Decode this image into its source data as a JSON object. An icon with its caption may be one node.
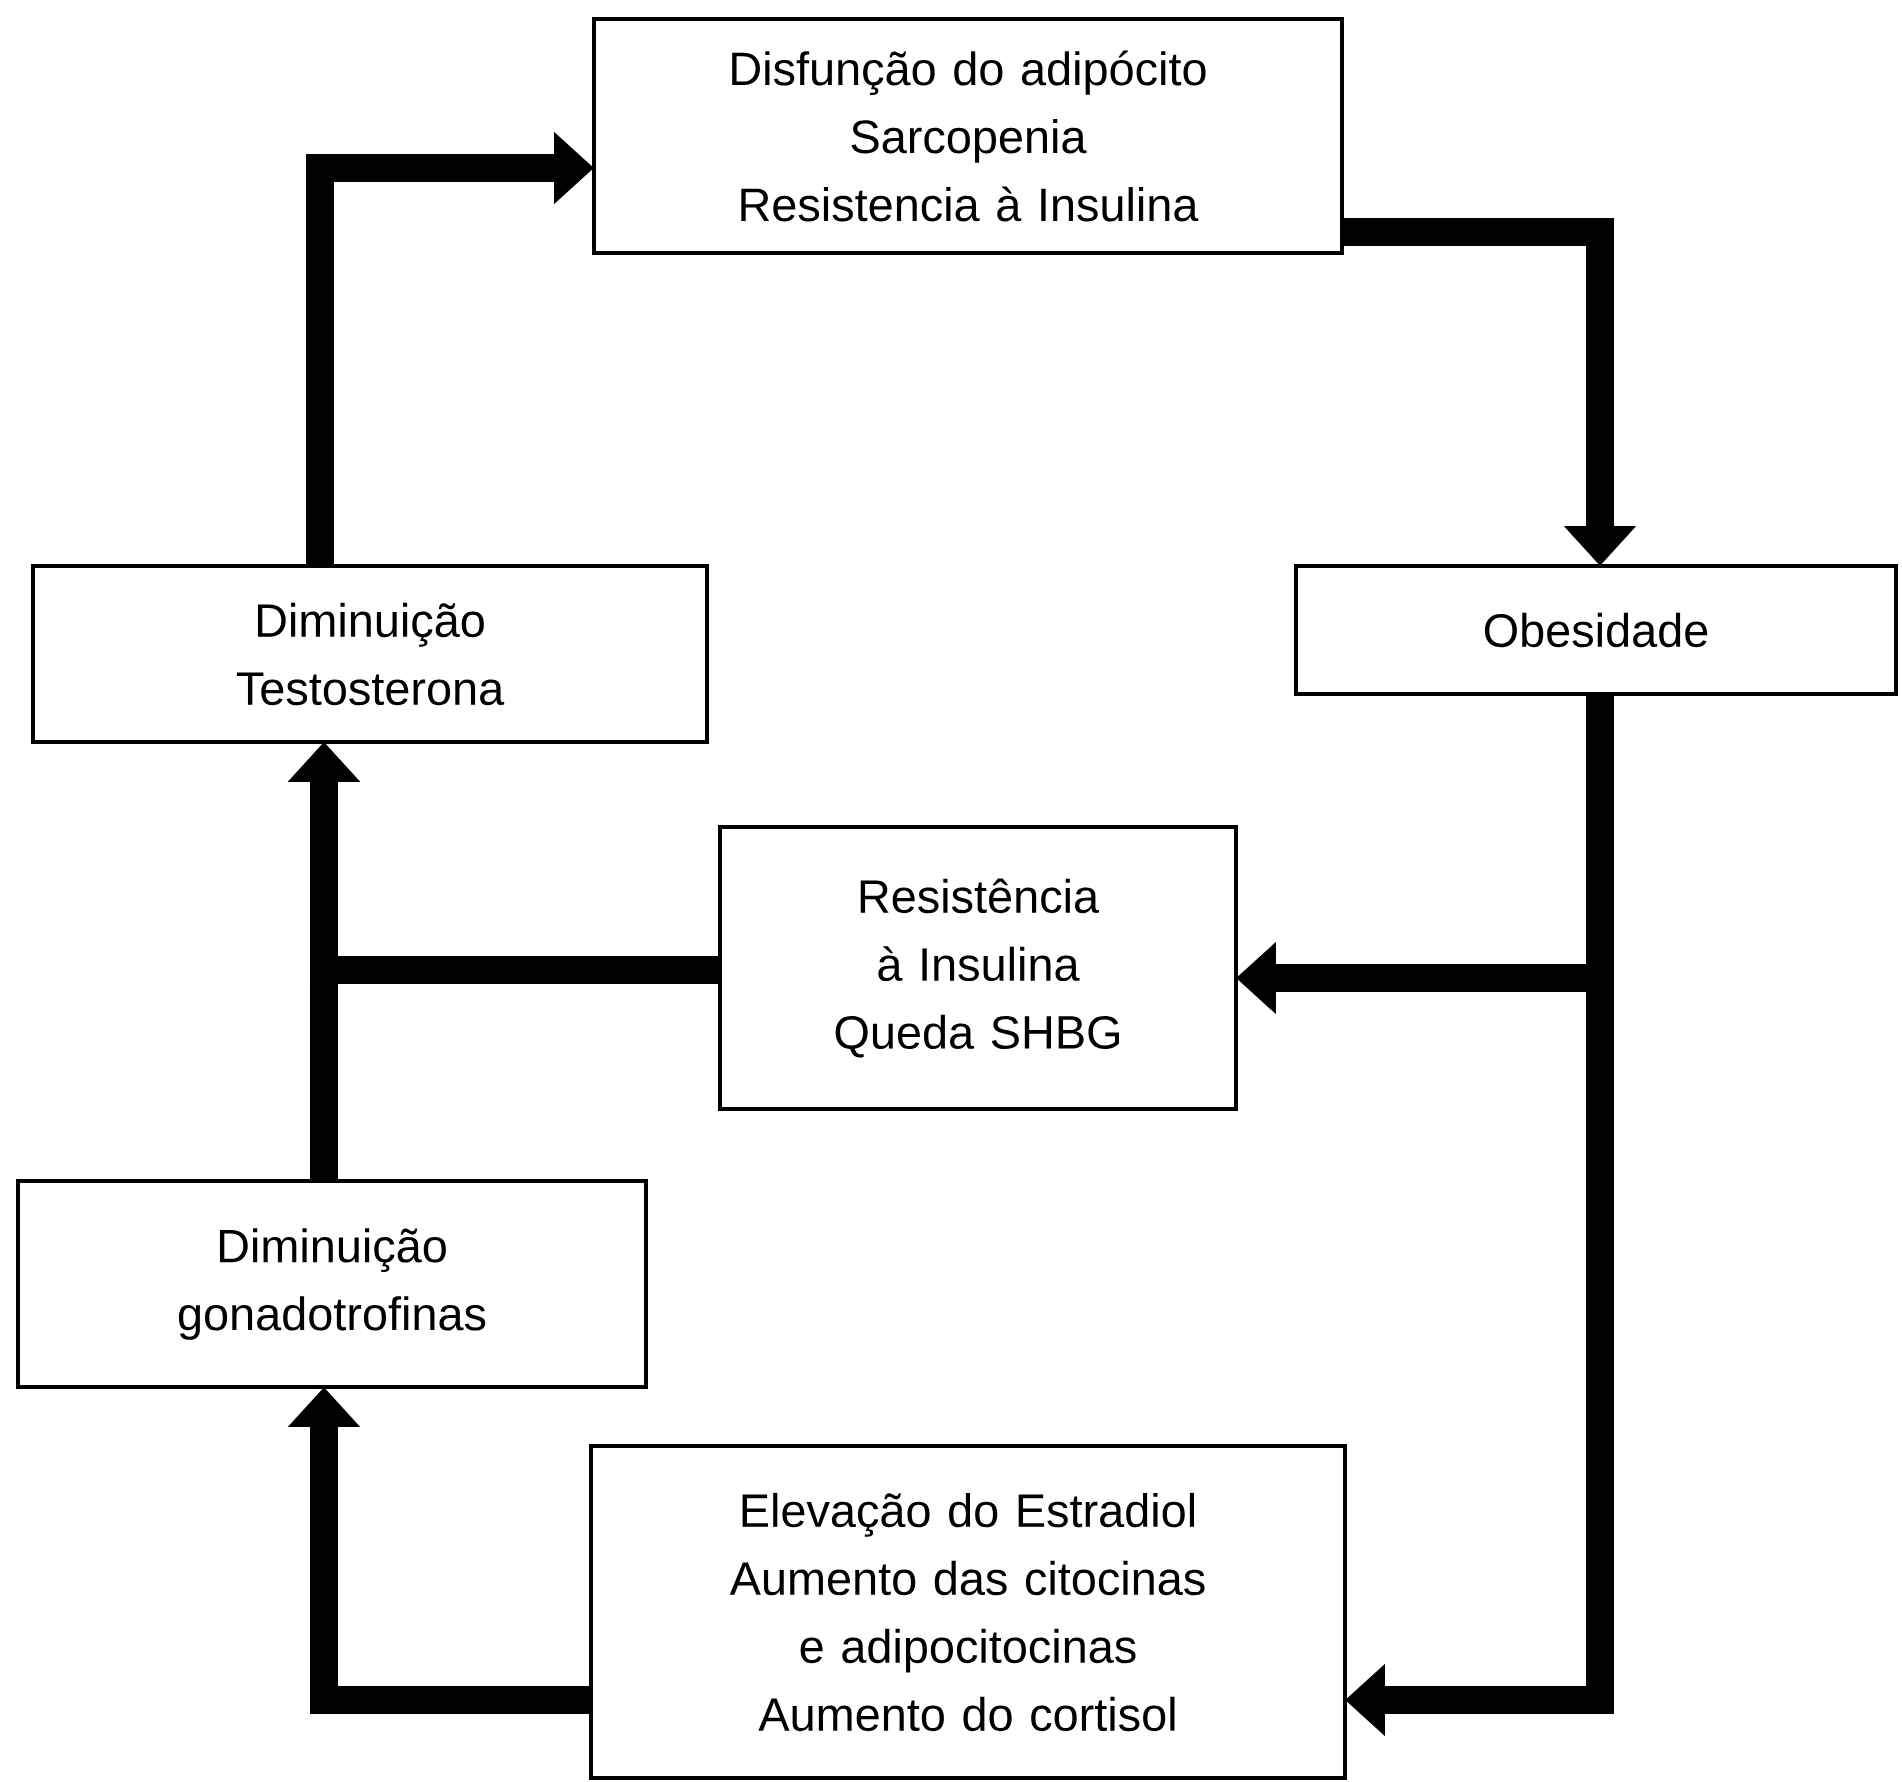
{
  "diagram": {
    "nodes": [
      {
        "text": [
          "Disfunção do adipócito",
          "Sarcopenia",
          "Resistencia à Insulina"
        ]
      },
      {
        "text": [
          "Obesidade"
        ]
      },
      {
        "text": [
          "Resistência à Insulina",
          "Queda SHBG"
        ]
      },
      {
        "text": [
          "Diminuição Testosterona"
        ]
      },
      {
        "text": [
          "Diminuição gonadotrofinas"
        ]
      },
      {
        "text": [
          "Elevação do Estradiol",
          "Aumento das citocinas e adipocitocinas",
          "Aumento do cortisol"
        ]
      }
    ],
    "edges": [
      {
        "from": 3,
        "to": 0,
        "arrow": "to"
      },
      {
        "from": 0,
        "to": 1,
        "arrow": "to"
      },
      {
        "from": 1,
        "to": 2,
        "arrow": "to"
      },
      {
        "from": 1,
        "to": 5,
        "arrow": "to"
      },
      {
        "from": 2,
        "to": 3,
        "arrow": "to"
      },
      {
        "from": 4,
        "to": 3,
        "arrow": "to"
      },
      {
        "from": 5,
        "to": 4,
        "arrow": "to"
      }
    ]
  }
}
